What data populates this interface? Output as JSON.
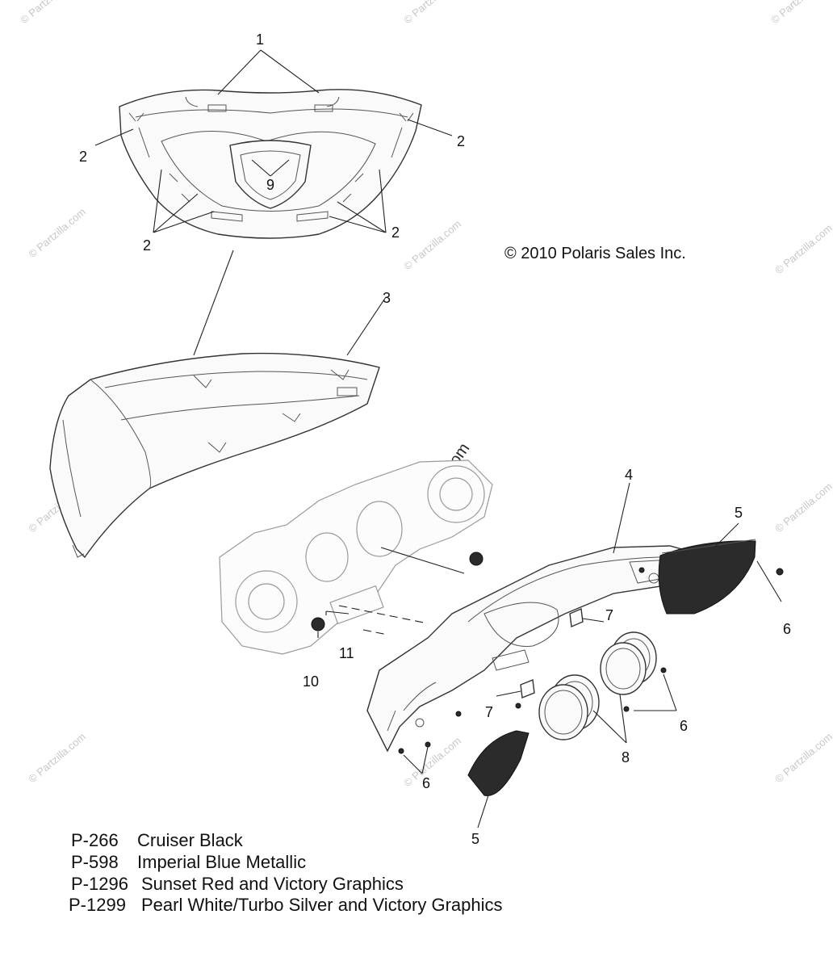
{
  "copyright": "© 2010 Polaris Sales Inc.",
  "watermark": "© Partzilla.com",
  "callouts": [
    "1",
    "2",
    "2",
    "9",
    "2",
    "2",
    "3",
    "4",
    "5",
    "6",
    "7",
    "11",
    "10",
    "7",
    "6",
    "8",
    "6",
    "5"
  ],
  "color_codes": [
    {
      "code": "P-266",
      "name": "Cruiser Black"
    },
    {
      "code": "P-598",
      "name": "Imperial Blue Metallic"
    },
    {
      "code": "P-1296",
      "name": "Sunset Red and Victory Graphics"
    },
    {
      "code": "P-1299",
      "name": "Pearl White/Turbo Silver and Victory Graphics"
    }
  ]
}
